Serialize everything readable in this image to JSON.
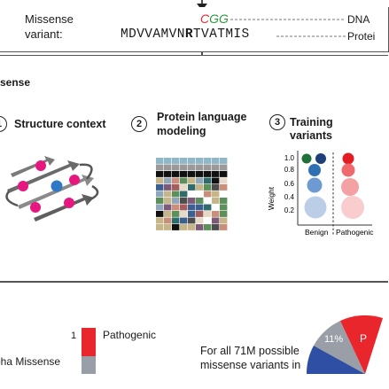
{
  "top_panel": {
    "label_line1": "Missense",
    "label_line2": "variant:",
    "codon": "CGG",
    "sequence_before": "MDVVAMVN",
    "sequence_highlight": "R",
    "sequence_after": "TVATMIS",
    "dna_label": "DNA",
    "protein_label": "Protei"
  },
  "middle_panel": {
    "heading_fragment": "sense",
    "steps": [
      {
        "number": "1",
        "title": "Structure context"
      },
      {
        "number": "2",
        "title_line1": "Protein language",
        "title_line2": "modeling"
      },
      {
        "number": "3",
        "title": "Training variants"
      }
    ],
    "training_chart": {
      "ylabel": "Weight",
      "yticks": [
        "1.0",
        "0.8",
        "0.6",
        "0.4",
        "0.2"
      ],
      "x_label_left": "Benign",
      "x_label_right": "Pathogenic"
    }
  },
  "bottom_panel": {
    "colorbar_top_value": "1",
    "colorbar_top_label": "Pathogenic",
    "left_text_line1": "pha Missense",
    "left_text_line2": "",
    "description_line1": "For all 71M possible",
    "description_line2": "missense variants in",
    "pie_label": "11%",
    "pie_label_red": "P",
    "colors": {
      "pathogenic": "#e8262b",
      "benign": "#2e4fa3",
      "uncertain": "#9a9ea6"
    }
  }
}
